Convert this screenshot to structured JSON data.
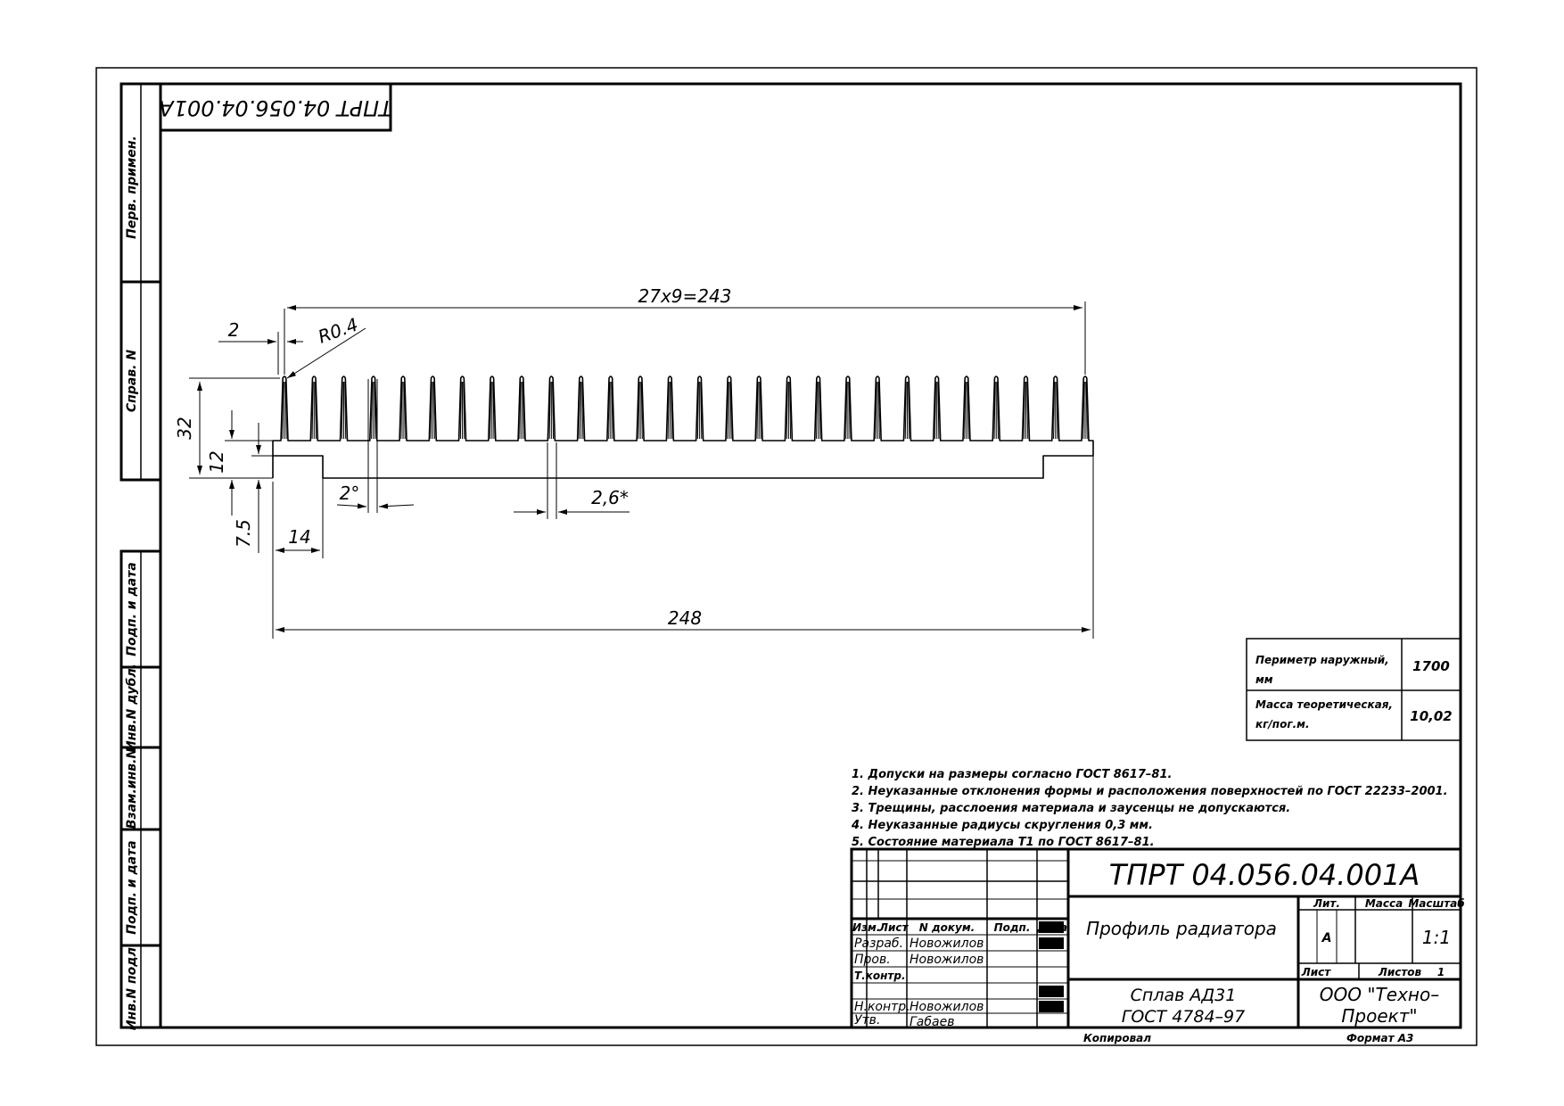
{
  "mirrored_code": "ТПРТ 04.056.04.001А",
  "dimensions": {
    "length_fins": "27x9=243",
    "fin_thickness": "2",
    "radius": "R0.4",
    "height_total": "32",
    "height_base": "12",
    "height_step": "7.5",
    "step_width": "14",
    "angle": "2°",
    "fin_root": "2,6*",
    "total_length": "248"
  },
  "properties": {
    "rows": [
      {
        "label1": "Периметр наружный,",
        "label2": "мм",
        "value": "1700"
      },
      {
        "label1": "Масса теоретическая,",
        "label2": "кг/пог.м.",
        "value": "10,02"
      }
    ]
  },
  "notes": [
    "1. Допуски на размеры согласно ГОСТ 8617–81.",
    "2. Неуказанные отклонения формы и расположения поверхностей по ГОСТ 22233–2001.",
    "3. Трещины, расслоения материала и заусенцы не допускаются.",
    "4. Неуказанные радиусы скругления 0,3 мм.",
    "5. Состояние материала Т1 по ГОСТ 8617–81."
  ],
  "title_block": {
    "code": "ТПРТ 04.056.04.001А",
    "name": "Профиль радиатора",
    "material_line1": "Сплав АД31",
    "material_line2": "ГОСТ 4784–97",
    "company_line1": "ООО \"Техно–",
    "company_line2": "Проект\"",
    "col_headers": [
      "Изм.",
      "Лист",
      "N докум.",
      "Подп.",
      "Дата"
    ],
    "roles": [
      "Разраб.",
      "Пров.",
      "Т.контр.",
      "",
      "Н.контр.",
      "Утв."
    ],
    "names": [
      "Новожилов",
      "Новожилов",
      "",
      "",
      "Новожилов",
      "Габаев"
    ],
    "lit_header": "Лит.",
    "mass_header": "Масса",
    "scale_header": "Масштаб",
    "lit_value": "А",
    "scale_value": "1:1",
    "sheet_label": "Лист",
    "sheets_label": "Листов",
    "sheets_value": "1",
    "copied": "Копировал",
    "format": "Формат А3"
  },
  "side_labels": [
    "Перв. примен.",
    "Справ. N",
    "Подп. и дата",
    "Инв.N дубл.",
    "Взам.инв.N",
    "Подп. и дата",
    "Инв.N подл."
  ]
}
